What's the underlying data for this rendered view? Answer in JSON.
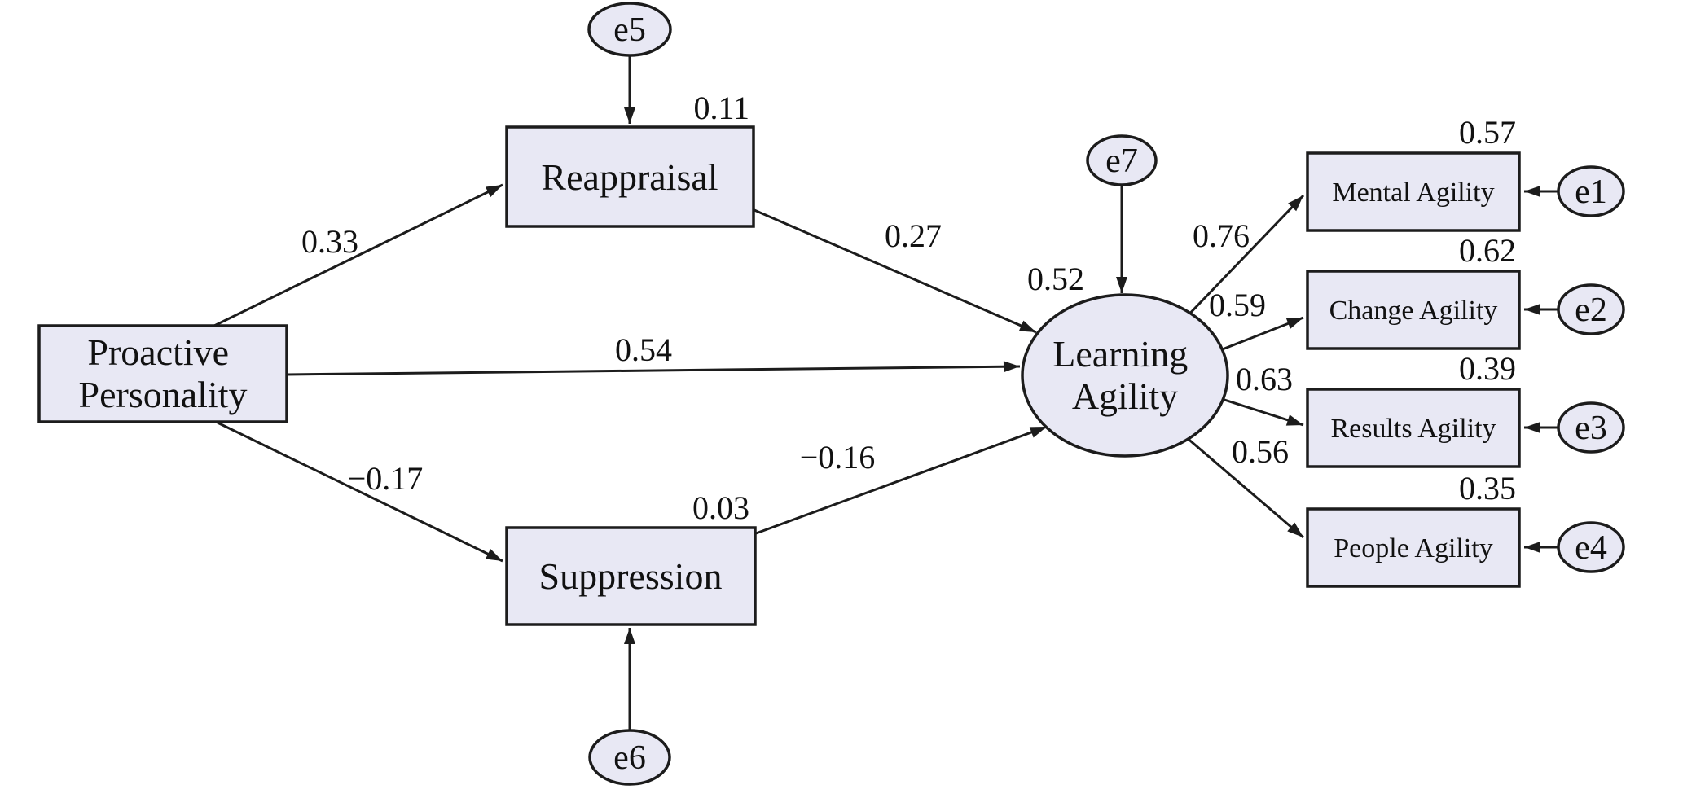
{
  "diagram_type": "structural-equation-model-path-diagram",
  "colors": {
    "node_fill": "#e8e8f4",
    "node_stroke": "#1c1c1c",
    "text": "#111111",
    "background": "#ffffff"
  },
  "nodes": {
    "proactive_personality": {
      "line1": "Proactive",
      "line2": "Personality"
    },
    "reappraisal": {
      "label": "Reappraisal",
      "variance": "0.11"
    },
    "suppression": {
      "label": "Suppression",
      "variance": "0.03"
    },
    "learning_agility": {
      "line1": "Learning",
      "line2": "Agility",
      "variance": "0.52"
    },
    "mental_agility": {
      "label": "Mental Agility",
      "variance": "0.57"
    },
    "change_agility": {
      "label": "Change Agility",
      "variance": "0.62"
    },
    "results_agility": {
      "label": "Results Agility",
      "variance": "0.39"
    },
    "people_agility": {
      "label": "People Agility",
      "variance": "0.35"
    },
    "e1": {
      "label": "e1"
    },
    "e2": {
      "label": "e2"
    },
    "e3": {
      "label": "e3"
    },
    "e4": {
      "label": "e4"
    },
    "e5": {
      "label": "e5"
    },
    "e6": {
      "label": "e6"
    },
    "e7": {
      "label": "e7"
    }
  },
  "coefficients": {
    "pp_to_reappraisal": "0.33",
    "pp_to_learning": "0.54",
    "pp_to_suppression": "−0.17",
    "reappraisal_to_learning": "0.27",
    "suppression_to_learning": "−0.16",
    "learning_to_mental": "0.76",
    "learning_to_change": "0.59",
    "learning_to_results": "0.63",
    "learning_to_people": "0.56"
  }
}
